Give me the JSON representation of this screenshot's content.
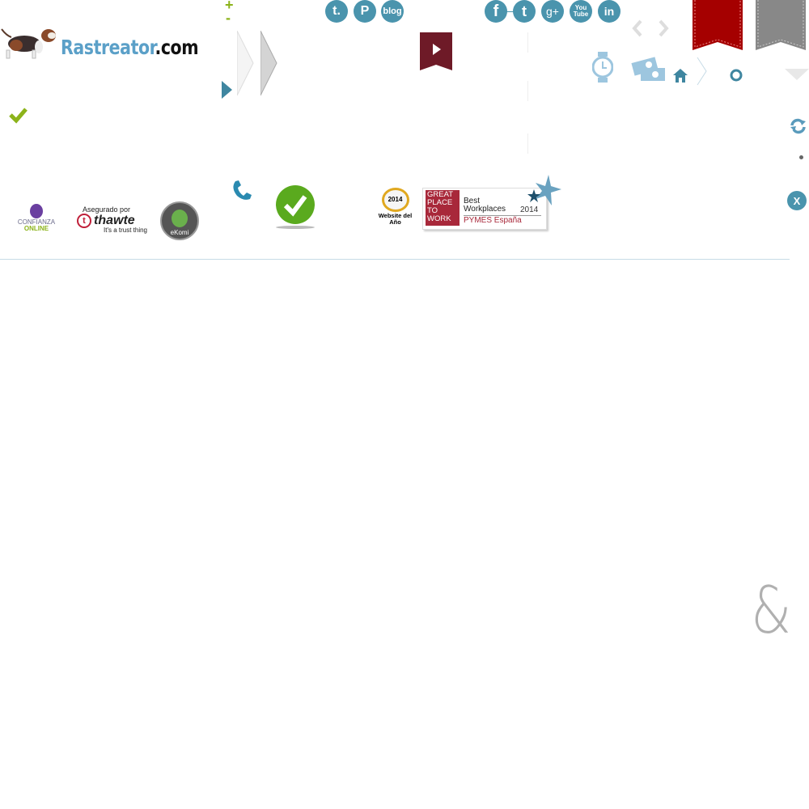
{
  "header": {
    "brand_name": "Rastreator",
    "brand_tld": ".com",
    "zoom_in": "+",
    "zoom_out": "-"
  },
  "social": {
    "tumblr": "t.",
    "pinterest": "P",
    "blog": "blog",
    "facebook": "f",
    "twitter": "t",
    "googleplus": "g+",
    "youtube": "You Tube",
    "linkedin": "in"
  },
  "trust": {
    "confianza_1": "CONFIANZA",
    "confianza_2": "ONLINE",
    "thawte_prefix": "Asegurado por",
    "thawte_name": "thawte",
    "thawte_tagline": "It's a trust thing",
    "ekomi": "eKomi",
    "website_year": "2014",
    "website_label": "Website del Año",
    "gptw": "GREAT PLACE TO WORK",
    "gptw_best": "Best",
    "gptw_workplaces": "Workplaces",
    "gptw_year": "2014",
    "gptw_region": "PYMES España"
  },
  "side": {
    "close": "X"
  },
  "misc": {
    "ampersand": "&"
  },
  "colors": {
    "accent": "#4a94ad",
    "brand_blue": "#5ba0c8",
    "green": "#8cb31a",
    "ribbon_red": "#a50000",
    "ribbon_maroon": "#6e1a27"
  }
}
